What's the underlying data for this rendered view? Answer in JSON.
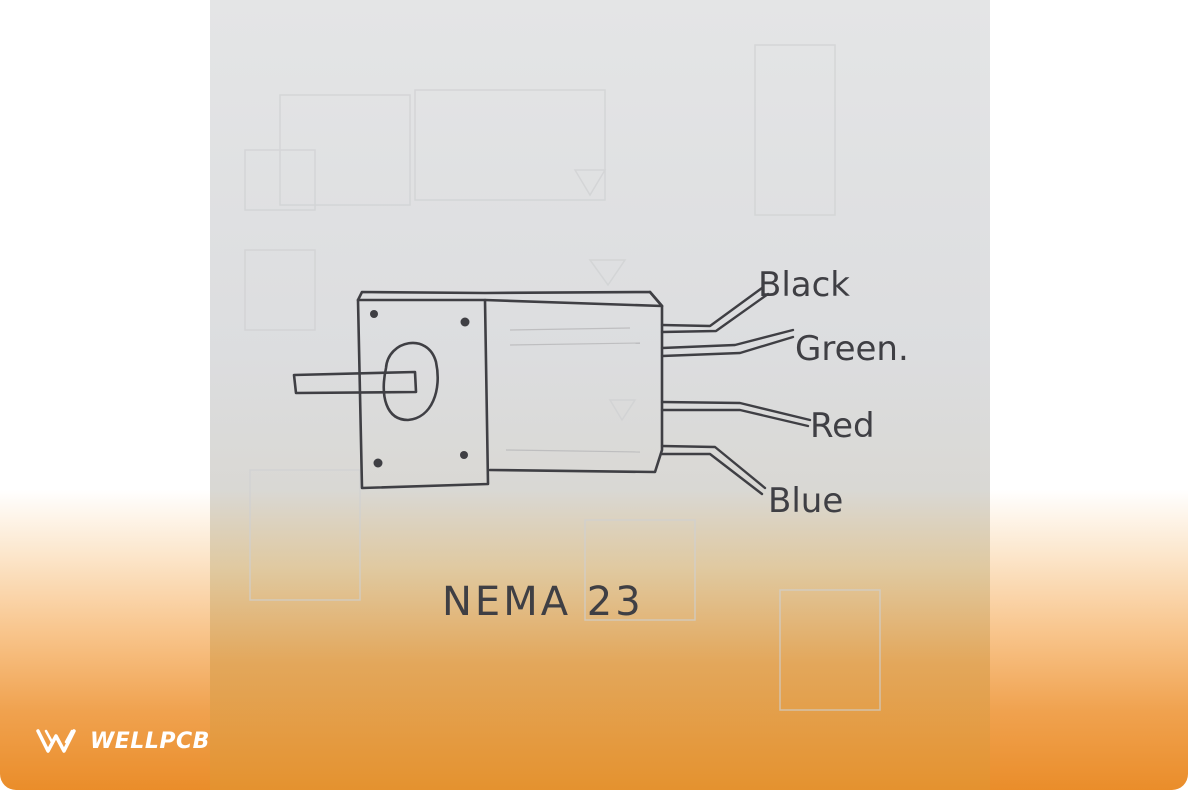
{
  "diagram": {
    "wire_labels": {
      "black": "Black",
      "green": "Green.",
      "red": "Red",
      "blue": "Blue"
    },
    "caption": "NEMA 23"
  },
  "brand": {
    "name": "WELLPCB"
  },
  "colors": {
    "pencil": "#3f3f44",
    "brand_orange": "#ea8d2a"
  }
}
